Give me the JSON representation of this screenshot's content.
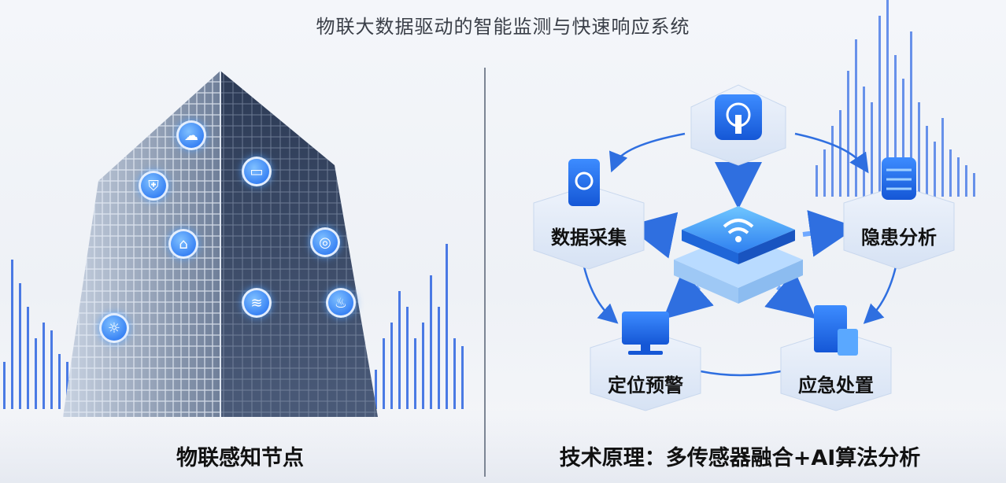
{
  "title": "物联大数据驱动的智能监测与快速响应系统",
  "left_caption": "物联感知节点",
  "right_caption": "技术原理：多传感器融合+AI算法分析",
  "nodes": {
    "data_collection": "数据采集",
    "risk_analysis": "隐患分析",
    "locate_warning": "定位预警",
    "emergency": "应急处置"
  },
  "sensor_icons": [
    "cloud-sensor-icon",
    "shield-sensor-icon",
    "monitor-sensor-icon",
    "home-sensor-icon",
    "location-sensor-icon",
    "wifi-sensor-icon",
    "fire-sensor-icon",
    "weather-sensor-icon"
  ],
  "colors": {
    "accent": "#1e6bf0",
    "accent_light": "#6fb4ff",
    "panel": "#e6eef9",
    "line": "#2f6fe0"
  }
}
